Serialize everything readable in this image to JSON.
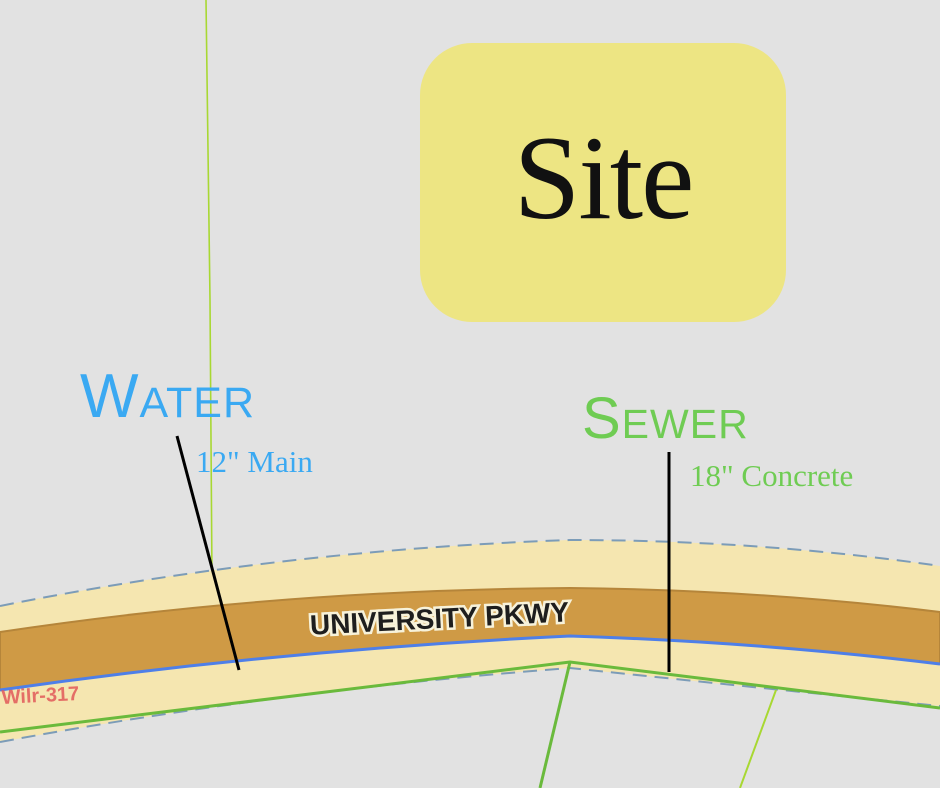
{
  "site": {
    "label": "Site"
  },
  "water": {
    "title": "Water",
    "subtitle": "12\" Main",
    "color": "#3aa9f2"
  },
  "sewer": {
    "title": "Sewer",
    "subtitle": "18\" Concrete",
    "color": "#6fcc53"
  },
  "road": {
    "name": "UNIVERSITY PKWY",
    "faded_label": "Wilr-317",
    "surface_color": "#cf9a45",
    "shoulder_color": "#f5e6b0"
  },
  "colors": {
    "background": "#e2e2e2",
    "site_fill": "#ede583",
    "parcel_line": "#a8d832",
    "water_line": "#4e7fe8",
    "leader": "#000000",
    "faded_label": "#e25a5a"
  }
}
